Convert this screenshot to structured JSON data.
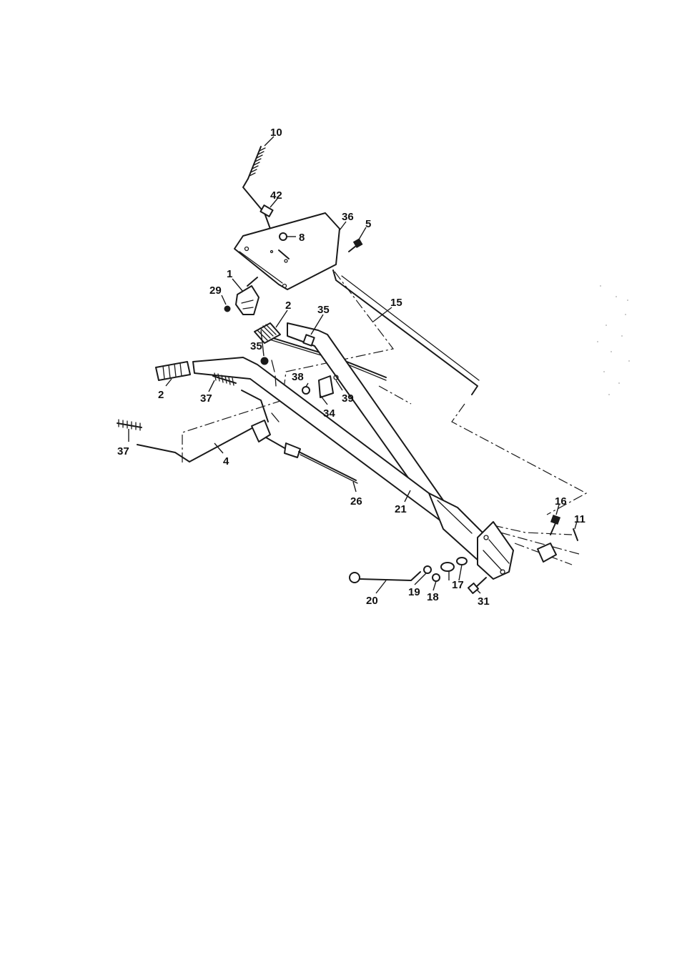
{
  "diagram": {
    "callouts": [
      {
        "id": "c10",
        "text": "10"
      },
      {
        "id": "c42",
        "text": "42"
      },
      {
        "id": "c36",
        "text": "36"
      },
      {
        "id": "c5",
        "text": "5"
      },
      {
        "id": "c8",
        "text": "8"
      },
      {
        "id": "c1",
        "text": "1"
      },
      {
        "id": "c29",
        "text": "29"
      },
      {
        "id": "c2a",
        "text": "2"
      },
      {
        "id": "c35a",
        "text": "35"
      },
      {
        "id": "c15",
        "text": "15"
      },
      {
        "id": "c35b",
        "text": "35"
      },
      {
        "id": "c38",
        "text": "38"
      },
      {
        "id": "c39",
        "text": "39"
      },
      {
        "id": "c34",
        "text": "34"
      },
      {
        "id": "c2b",
        "text": "2"
      },
      {
        "id": "c37a",
        "text": "37"
      },
      {
        "id": "c37b",
        "text": "37"
      },
      {
        "id": "c4",
        "text": "4"
      },
      {
        "id": "c26",
        "text": "26"
      },
      {
        "id": "c21",
        "text": "21"
      },
      {
        "id": "c16",
        "text": "16"
      },
      {
        "id": "c11",
        "text": "11"
      },
      {
        "id": "c17",
        "text": "17"
      },
      {
        "id": "c20",
        "text": "20"
      },
      {
        "id": "c19",
        "text": "19"
      },
      {
        "id": "c18",
        "text": "18"
      },
      {
        "id": "c31",
        "text": "31"
      }
    ]
  }
}
